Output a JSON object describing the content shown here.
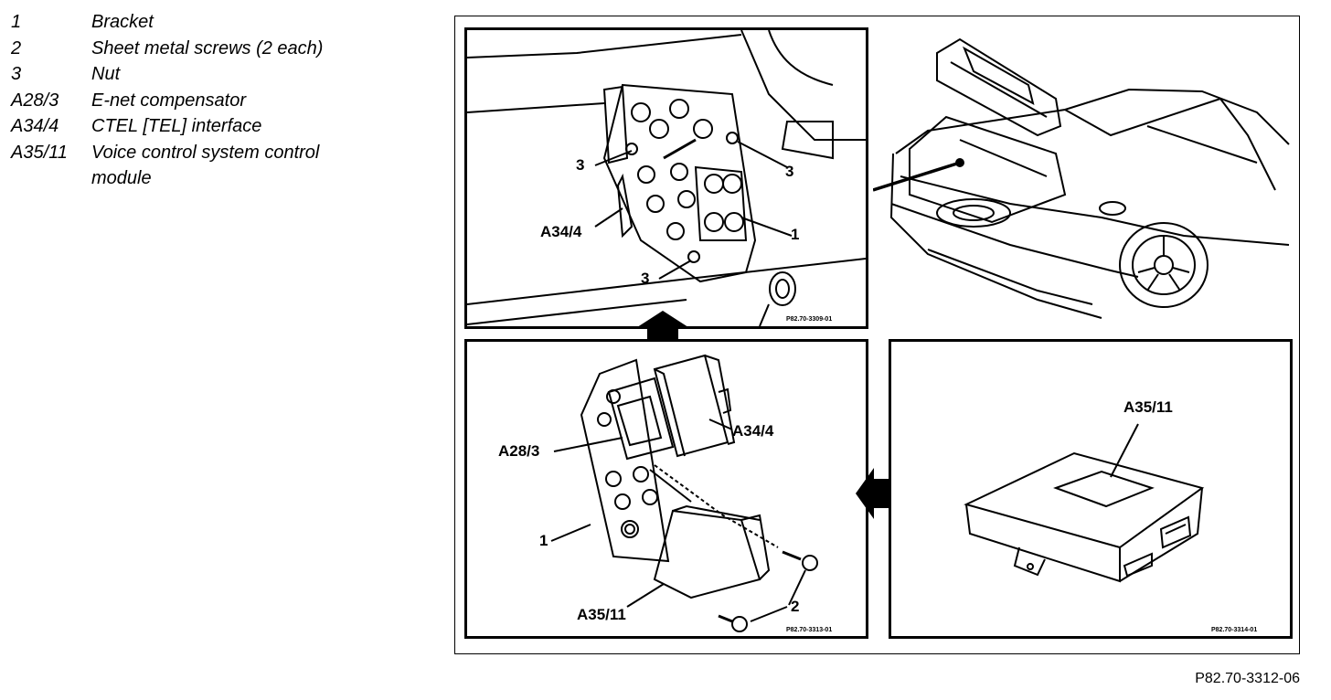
{
  "legend": [
    {
      "id": "1",
      "desc": "Bracket"
    },
    {
      "id": "2",
      "desc": "Sheet metal screws (2 each)"
    },
    {
      "id": "3",
      "desc": "Nut"
    },
    {
      "id": "A28/3",
      "desc": "E-net compensator"
    },
    {
      "id": "A34/4",
      "desc": "CTEL [TEL] interface"
    },
    {
      "id": "A35/11",
      "desc": "Voice control system control module"
    }
  ],
  "panels": {
    "top_left": {
      "figure_code": "P82.70-3309-01",
      "callouts": {
        "nut_a": "3",
        "nut_b": "3",
        "nut_c": "3",
        "module": "A34/4",
        "bracket": "1"
      }
    },
    "bottom_left": {
      "figure_code": "P82.70-3313-01",
      "callouts": {
        "compensator": "A28/3",
        "interface": "A34/4",
        "bracket": "1",
        "voice_module": "A35/11",
        "screws": "2"
      }
    },
    "bottom_right": {
      "figure_code": "P82.70-3314-01",
      "callouts": {
        "voice_module": "A35/11"
      }
    }
  },
  "reference_code": "P82.70-3312-06"
}
